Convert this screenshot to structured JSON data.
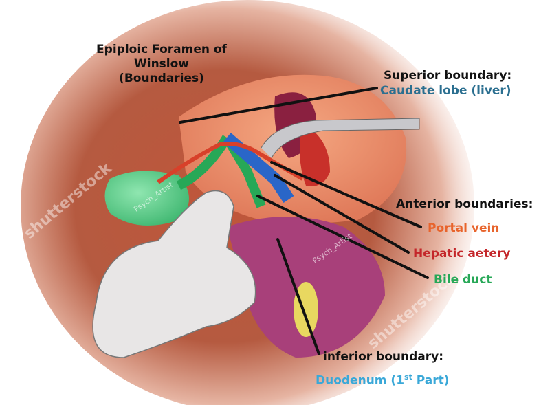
{
  "title": {
    "line1": "Epiploic Foramen of",
    "line2": "Winslow",
    "line3": "(Boundaries)"
  },
  "superior": {
    "heading": "Superior boundary:",
    "structure": "Caudate lobe (liver)"
  },
  "anterior": {
    "heading": "Anterior boundaries:",
    "items": [
      "Portal vein",
      "Hepatic aetery",
      "Bile duct"
    ]
  },
  "inferior": {
    "heading": "inferior boundary:",
    "structure": "Duodenum (1",
    "sup": "st",
    "suffix": " Part)"
  },
  "watermarks": {
    "brand": "shutterstock",
    "artist": "Psych_Artist"
  },
  "colors": {
    "portal_vein": "#e8642c",
    "hepatic_artery": "#c4262a",
    "bile_duct": "#27a857",
    "caudate": "#2b6f90",
    "duodenum": "#3aa8d8",
    "text": "#111111"
  }
}
